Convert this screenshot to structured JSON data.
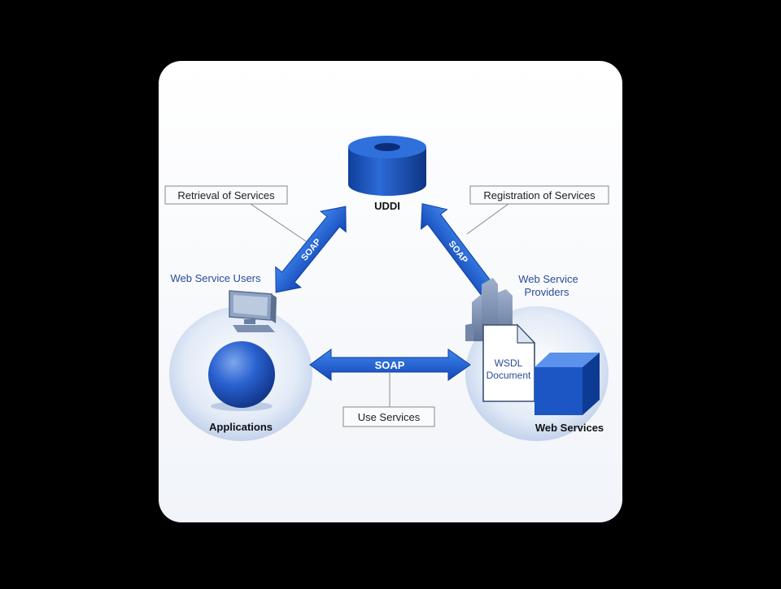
{
  "diagram": {
    "uddi_label": "UDDI",
    "retrieval_label": "Retrieval of Services",
    "registration_label": "Registration of Services",
    "use_services_label": "Use Services",
    "users_label": "Web Service Users",
    "providers_label_line1": "Web Service",
    "providers_label_line2": "Providers",
    "applications_label": "Applications",
    "web_services_label": "Web Services",
    "soap_left": "SOAP",
    "soap_right": "SOAP",
    "soap_center": "SOAP",
    "wsdl_line1": "WSDL",
    "wsdl_line2": "Document"
  },
  "colors": {
    "page_bg": "#000000",
    "card_bg": "#ffffff",
    "accent_blue": "#1a5fd0",
    "dark_blue": "#0d3c8c",
    "text_blue": "#2a4a9a"
  }
}
